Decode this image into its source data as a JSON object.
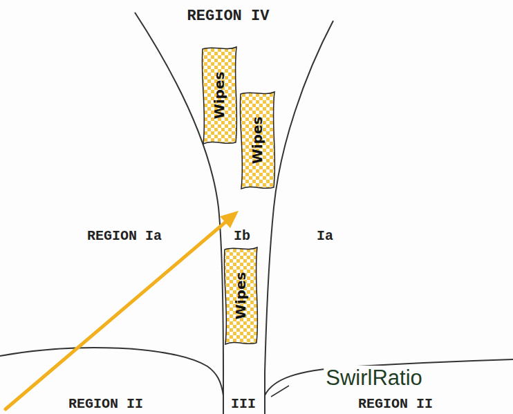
{
  "diagram": {
    "nodes": [
      {
        "text": [
          "Wipes"
        ]
      },
      {
        "text": [
          "Wipes"
        ]
      },
      {
        "text": [
          "Wipes"
        ]
      }
    ],
    "labels": [
      "REGION IV",
      "REGION Ia",
      "Ib",
      "Ia",
      "SwirlRatio",
      "REGION II",
      "III",
      "REGION II"
    ]
  }
}
